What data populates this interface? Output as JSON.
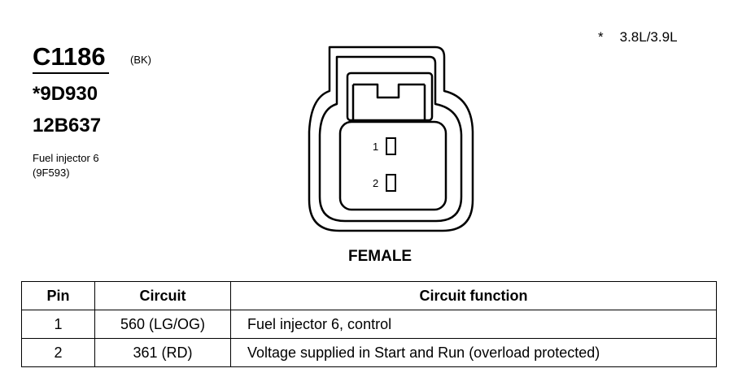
{
  "connector": {
    "id": "C1186",
    "color": "(BK)",
    "part_numbers": [
      "*9D930",
      "12B637"
    ],
    "description_lines": [
      "Fuel injector 6",
      "(9F593)"
    ]
  },
  "note": {
    "symbol": "*",
    "text": "3.8L/3.9L"
  },
  "diagram": {
    "pin_labels": [
      "1",
      "2"
    ],
    "gender": "FEMALE"
  },
  "table": {
    "headers": [
      "Pin",
      "Circuit",
      "Circuit function"
    ],
    "rows": [
      {
        "pin": "1",
        "circuit": "560 (LG/OG)",
        "function": "Fuel injector 6, control"
      },
      {
        "pin": "2",
        "circuit": "361 (RD)",
        "function": "Voltage supplied in Start and Run (overload protected)"
      }
    ]
  }
}
